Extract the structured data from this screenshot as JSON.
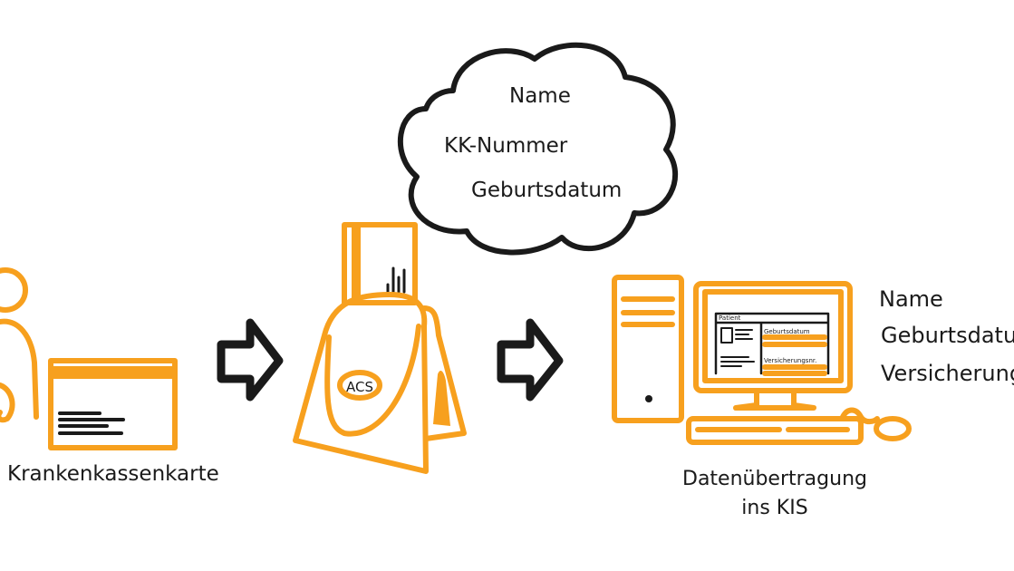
{
  "card": {
    "label": "Krankenkassenkarte"
  },
  "reader": {
    "logo": "ACS"
  },
  "cloud": {
    "fields": [
      "Name",
      "KK-Nummer",
      "Geburtsdatum"
    ]
  },
  "screen": {
    "title": "Patient",
    "field1": "Geburtsdatum",
    "field2": "Versicherungsnr."
  },
  "computer": {
    "label_line1": "Datenübertragung",
    "label_line2": "ins KIS"
  },
  "result_fields": [
    "Name",
    "Geburtsdatum",
    "Versicherung"
  ],
  "colors": {
    "accent": "#f7a01e",
    "ink": "#1a1a1a"
  }
}
